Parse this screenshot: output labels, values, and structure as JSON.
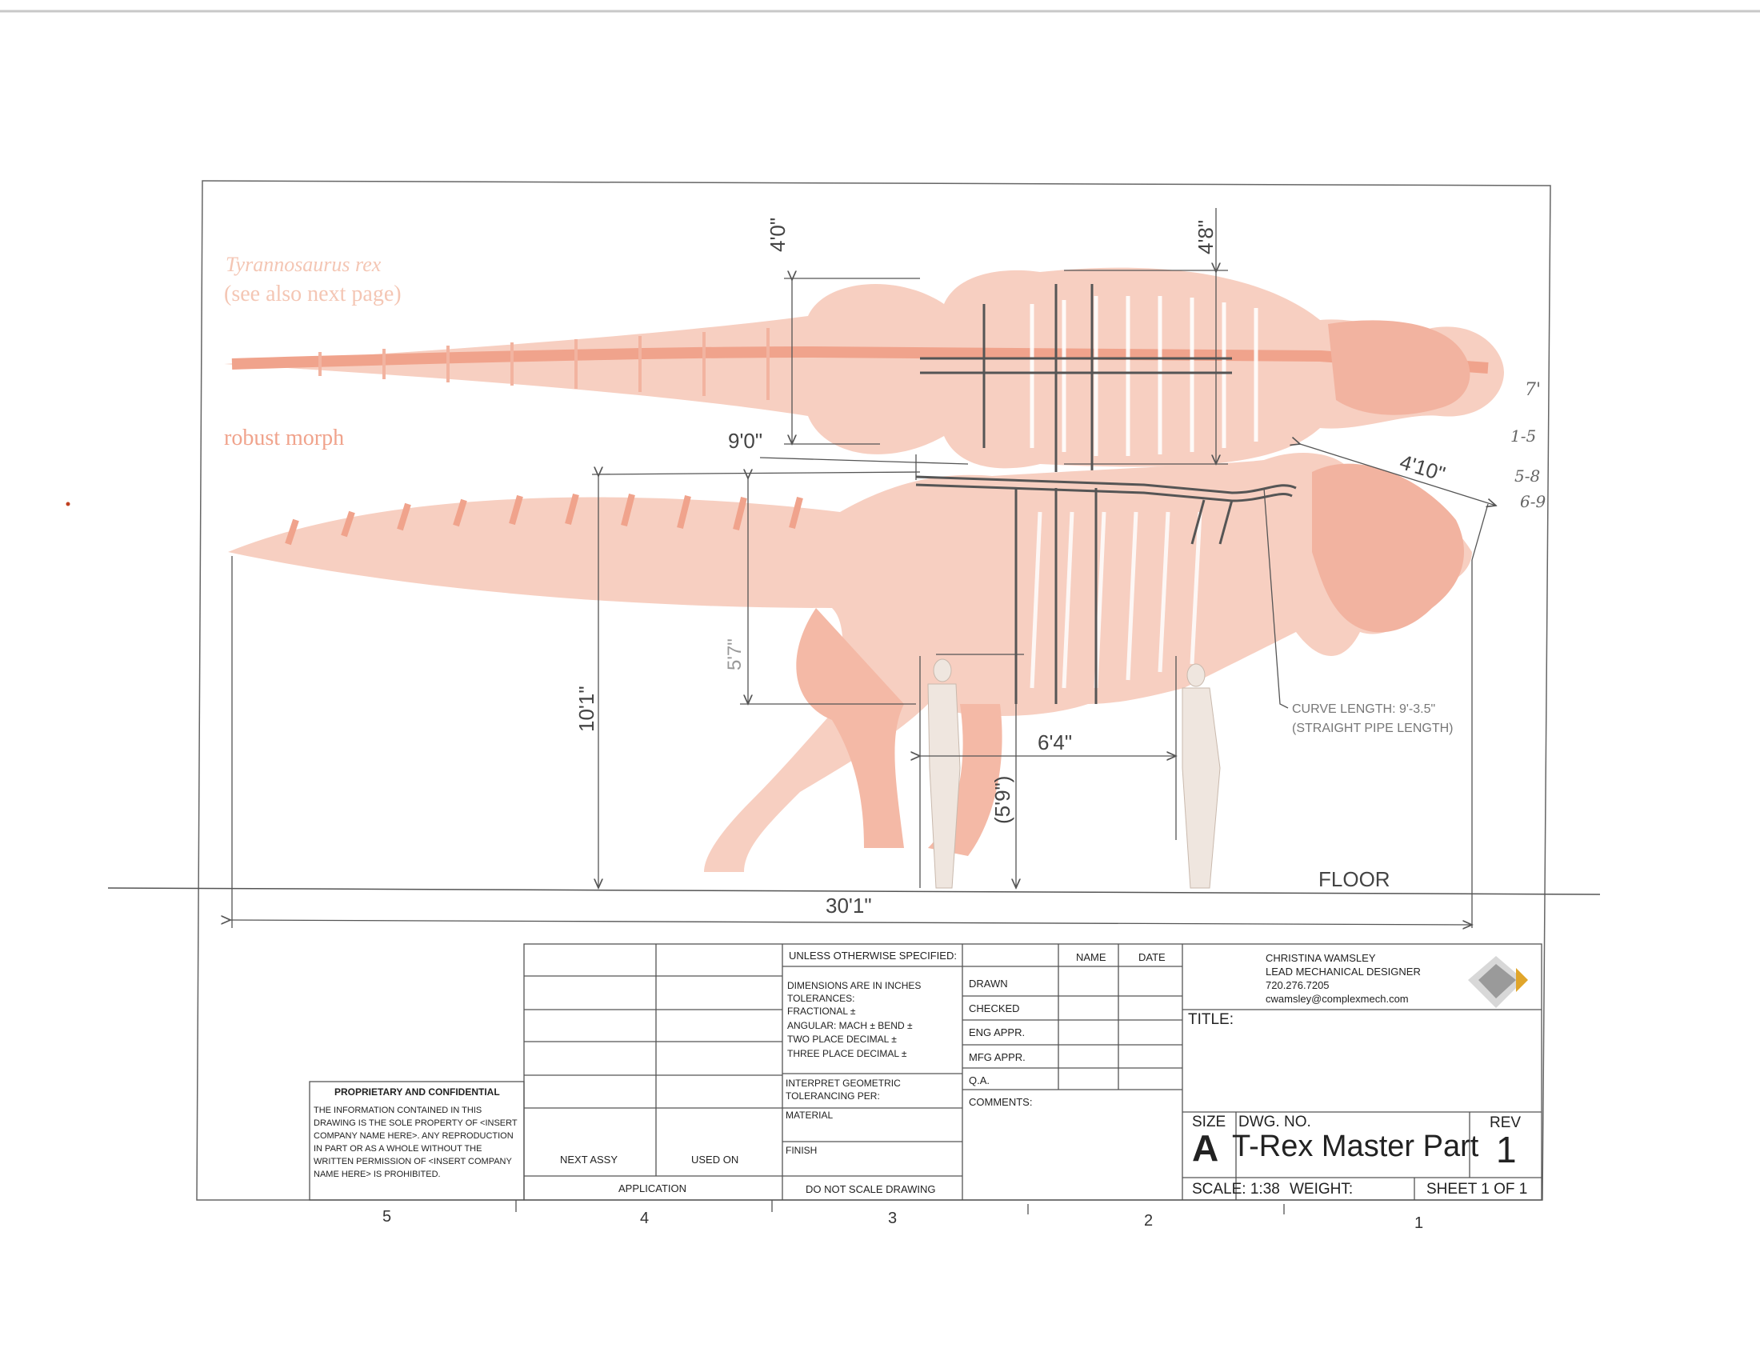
{
  "drawing": {
    "watermark_lines": [
      "Tyrannosaurus rex",
      "(see also next page)"
    ],
    "morph_label": "robust morph",
    "floor_label": "FLOOR",
    "curve_note": [
      "CURVE LENGTH: 9'-3.5\"",
      "(STRAIGHT PIPE LENGTH)"
    ],
    "dimensions": {
      "top_width_left": "4'0\"",
      "top_width_right": "4'8\"",
      "spine_length": "9'0\"",
      "neck_length": "4'10\"",
      "hip_height": "10'1\"",
      "belly_height": "5'7\"",
      "leg_spacing": "6'4\"",
      "human_height": "(5'9\")",
      "total_length": "30'1\""
    },
    "handwritten_margin_notes": [
      "7'",
      "1-5",
      "5-8",
      "6-9"
    ]
  },
  "title_block": {
    "proprietary": {
      "heading": "PROPRIETARY AND CONFIDENTIAL",
      "body": "THE INFORMATION CONTAINED IN THIS DRAWING IS THE SOLE PROPERTY OF <INSERT COMPANY NAME HERE>. ANY REPRODUCTION IN PART OR AS A WHOLE WITHOUT THE WRITTEN PERMISSION OF <INSERT COMPANY NAME HERE> IS PROHIBITED."
    },
    "next_assy": "NEXT ASSY",
    "used_on": "USED ON",
    "application": "APPLICATION",
    "unless_specified": "UNLESS OTHERWISE SPECIFIED:",
    "tolerance_lines": [
      "DIMENSIONS ARE IN INCHES",
      "TOLERANCES:",
      "FRACTIONAL ±",
      "ANGULAR: MACH ±    BEND ±",
      "TWO PLACE DECIMAL    ±",
      "THREE PLACE DECIMAL   ±"
    ],
    "interpret": [
      "INTERPRET GEOMETRIC",
      "TOLERANCING PER:"
    ],
    "material": "MATERIAL",
    "finish": "FINISH",
    "do_not_scale": "DO NOT SCALE DRAWING",
    "name_header": "NAME",
    "date_header": "DATE",
    "approvals": [
      "DRAWN",
      "CHECKED",
      "ENG APPR.",
      "MFG APPR.",
      "Q.A."
    ],
    "comments": "COMMENTS:",
    "designer": [
      "CHRISTINA WAMSLEY",
      "LEAD MECHANICAL DESIGNER",
      "720.276.7205",
      "cwamsley@complexmech.com"
    ],
    "title_label": "TITLE:",
    "size_label": "SIZE",
    "size_value": "A",
    "dwg_no_label": "DWG.  NO.",
    "dwg_no": "T-Rex Master Part",
    "rev_label": "REV",
    "rev_value": "1",
    "scale": "SCALE: 1:38",
    "weight": "WEIGHT:",
    "sheet": "SHEET 1 OF 1"
  },
  "zones": [
    "5",
    "4",
    "3",
    "2",
    "1"
  ],
  "colors": {
    "bone_pink": "#f0a38c",
    "flesh_pink": "#f6c8b7",
    "line": "#555555",
    "logo_gold": "#e0a52b"
  }
}
